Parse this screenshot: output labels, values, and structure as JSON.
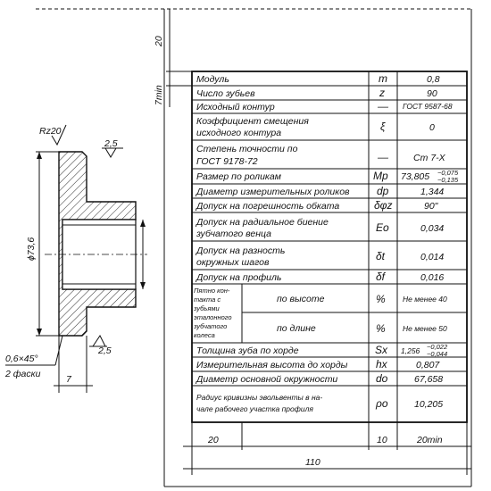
{
  "drawing": {
    "roughness": "Rz20",
    "top_roughness": "2,5",
    "bottom_roughness": "2,5",
    "diameter": "ϕ73,6",
    "chamfer": "0,6×45°",
    "chamfer_note": "2 фаски",
    "width": "7"
  },
  "frame": {
    "top_margin": "20",
    "row_height": "7min"
  },
  "spec": {
    "rows": [
      {
        "name": "Модуль",
        "symbol": "m",
        "value": "0,8"
      },
      {
        "name": "Число зубьев",
        "symbol": "z",
        "value": "90"
      },
      {
        "name": "Исходный контур",
        "symbol": "—",
        "value": "ГОСТ 9587-68"
      },
      {
        "name_l1": "Коэффициент смещения",
        "name_l2": "исходного контура",
        "symbol": "ξ",
        "value": "0"
      },
      {
        "name_l1": "Степень точности по",
        "name_l2": "ГОСТ 9178-72",
        "symbol": "—",
        "value": "Ст 7-Х"
      },
      {
        "name": "Размер по роликам",
        "symbol": "Mp",
        "value": "73,805",
        "value_sup": "−0,075",
        "value_sub": "−0,135"
      },
      {
        "name": "Диаметр измерительных роликов",
        "symbol": "dp",
        "value": "1,344"
      },
      {
        "name": "Допуск на погрешность обката",
        "symbol": "δφz",
        "value": "90\""
      },
      {
        "name_l1": "Допуск на радиальное биение",
        "name_l2": "зубчатого венца",
        "symbol": "Eo",
        "value": "0,034"
      },
      {
        "name_l1": "Допуск на разность",
        "name_l2": "окружных шагов",
        "symbol": "δt",
        "value": "0,014"
      },
      {
        "name": "Допуск на профиль",
        "symbol": "δf",
        "value": "0,016"
      }
    ],
    "contact": {
      "label_lines": [
        "Пятно кон-",
        "такта с",
        "зубьями",
        "эталонного",
        "зубчатого",
        "колеса"
      ],
      "height_label": "по высоте",
      "height_symbol": "%",
      "height_value": "Не менее 40",
      "length_label": "по длине",
      "length_symbol": "%",
      "length_value": "Не менее 50"
    },
    "rows2": [
      {
        "name": "Толщина зуба по хорде",
        "symbol": "Sx",
        "value": "1,256",
        "value_sup": "−0,022",
        "value_sub": "−0,044"
      },
      {
        "name": "Измерительная высота до хорды",
        "symbol": "hx",
        "value": "0,807"
      },
      {
        "name": "Диаметр основной окружности",
        "symbol": "do",
        "value": "67,658"
      },
      {
        "name_l1": "Радиус кривизны эвольвенты в на-",
        "name_l2": "чале рабочего участка профиля",
        "symbol": "ρo",
        "value": "10,205"
      }
    ]
  },
  "dims": {
    "col1": "20",
    "col3": "10",
    "col4": "20min",
    "total": "110"
  }
}
